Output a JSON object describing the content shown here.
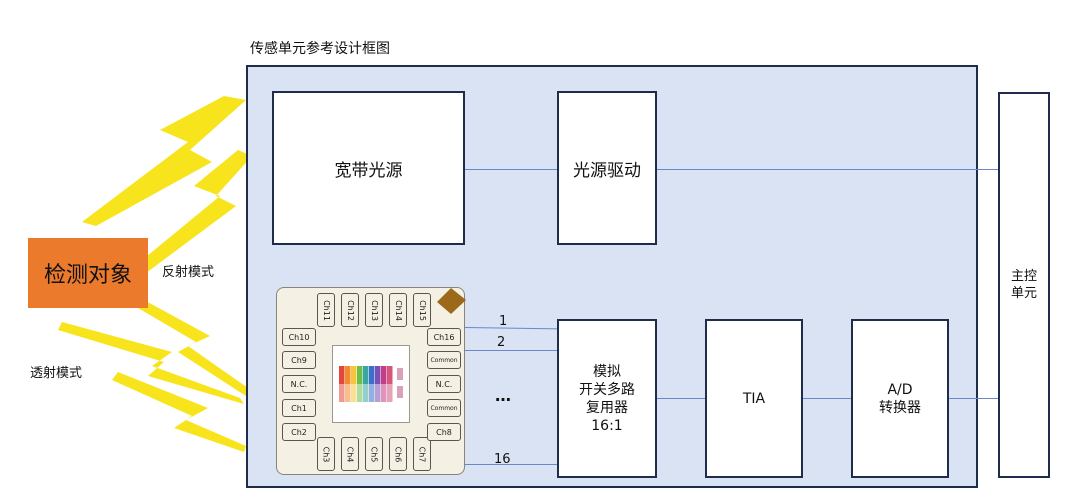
{
  "diagram": {
    "title": "传感单元参考设计框图",
    "detect_target": "检测对象",
    "reflect_mode": "反射模式",
    "transmit_mode": "透射模式",
    "broadband_source": "宽带光源",
    "light_driver": "光源驱动",
    "mux_label": [
      "模拟",
      "开关多路",
      "复用器",
      "16:1"
    ],
    "tia": "TIA",
    "adc_label": [
      "A/D",
      "转换器"
    ],
    "main_control": [
      "主控",
      "单元"
    ],
    "channel_labels": [
      "1",
      "2",
      "…",
      "16"
    ],
    "chip": {
      "top_pins": [
        "Ch11",
        "Ch12",
        "Ch13",
        "Ch14",
        "Ch15"
      ],
      "bottom_pins": [
        "Ch3",
        "Ch4",
        "Ch5",
        "Ch6",
        "Ch7"
      ],
      "left_pins": [
        "Ch10",
        "Ch9",
        "N.C.",
        "Ch1",
        "Ch2"
      ],
      "right_pins": [
        "Ch16",
        "Common",
        "N.C.",
        "Common",
        "Ch8"
      ],
      "filter_colors": [
        "#e5463a",
        "#f28a2e",
        "#f5c542",
        "#6cc04a",
        "#3aa7a3",
        "#3b6fc9",
        "#7b4fb3",
        "#c43d8a",
        "#d6567c"
      ],
      "marker_color": "#9a6a1a",
      "pad_color": "#d9a2b8"
    },
    "colors": {
      "frame_bg": "#d9e3f4",
      "frame_border": "#1f2d4d",
      "target": "#ec7a2d",
      "lightning": "#f7e41c",
      "wire": "#6b87c8"
    }
  }
}
